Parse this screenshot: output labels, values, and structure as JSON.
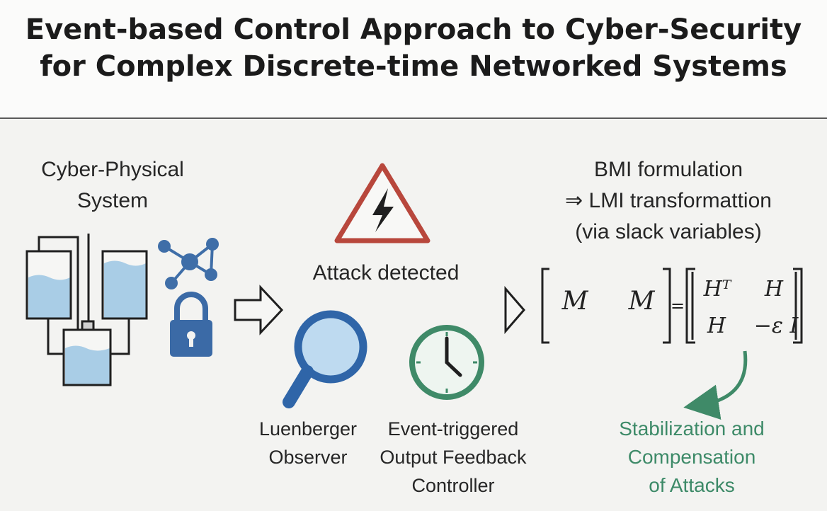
{
  "title": {
    "line1": "Event-based Control Approach to Cyber-Security",
    "line2": "for Complex Discrete-time Networked Systems"
  },
  "cps": {
    "line1": "Cyber-Physical",
    "line2": "System"
  },
  "attack": {
    "label": "Attack detected"
  },
  "bmi": {
    "line1": "BMI formulation",
    "line2": "⇒  LMI transformattion",
    "line3": "(via slack variables)"
  },
  "matrix": {
    "left_cells": [
      "M",
      "M"
    ],
    "equals": "=",
    "right_cells": [
      "Hᵀ",
      "H",
      "H",
      "−ε I"
    ]
  },
  "observer": {
    "line1": "Luenberger",
    "line2": "Observer"
  },
  "controller": {
    "line1": "Event-triggered",
    "line2": "Output Feedback",
    "line3": "Controller"
  },
  "result": {
    "line1": "Stabilization and",
    "line2": "Compensation",
    "line3": "of Attacks"
  },
  "colors": {
    "water": "#a9cde6",
    "network_blue": "#3f6ea8",
    "lock_blue": "#3b6aa6",
    "warning_red": "#b8473c",
    "magnifier_blue": "#2f65a8",
    "clock_green": "#3f8a68",
    "result_green": "#3d8a68"
  },
  "icons": [
    "tank-system-icon",
    "network-node-icon",
    "lock-icon",
    "warning-bolt-icon",
    "magnifier-icon",
    "clock-icon",
    "curved-arrow-icon"
  ]
}
